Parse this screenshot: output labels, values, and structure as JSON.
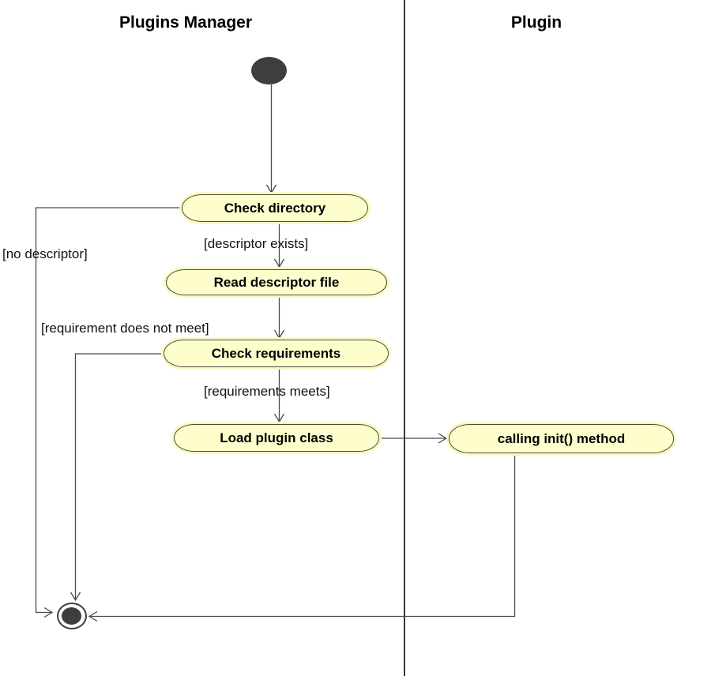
{
  "lanes": {
    "left": "Plugins Manager",
    "right": "Plugin"
  },
  "activities": {
    "check_directory": "Check directory",
    "read_descriptor_file": "Read descriptor file",
    "check_requirements": "Check requirements",
    "load_plugin_class": "Load plugin class",
    "calling_init_method": "calling init() method"
  },
  "guards": {
    "no_descriptor": "[no descriptor]",
    "descriptor_exists": "[descriptor exists]",
    "requirement_does_not_meet": "[requirement does not meet]",
    "requirements_meets": "[requirements meets]"
  },
  "markers": {
    "initial_state": "initial-state",
    "final_state": "final-state"
  },
  "colors": {
    "background": "#ffffff",
    "node_fill": "#fefecd",
    "node_halo": "#fafac2",
    "node_border": "#4c4c41",
    "line": "#4a4a4a",
    "marker_fill": "#3e3e3e",
    "text": "#000000"
  }
}
